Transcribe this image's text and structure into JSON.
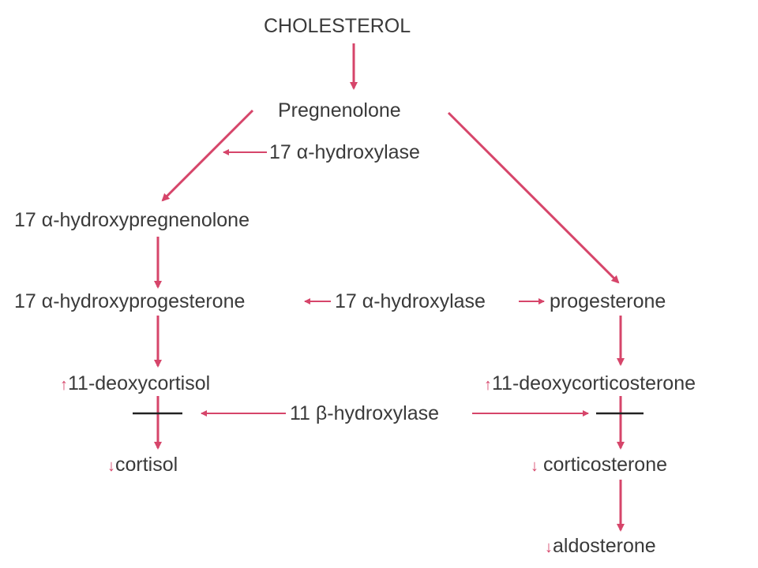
{
  "nodes": {
    "cholesterol": "CHOLESTEROL",
    "pregnenolone": "Pregnenolone",
    "hydroxypregnenolone": "17 α-hydroxypregnenolone",
    "hydroxyprogesterone": "17 α-hydroxyprogesterone",
    "progesterone": "progesterone",
    "deoxycortisol": "11-deoxycortisol",
    "deoxycorticosterone": "11-deoxycorticosterone",
    "cortisol": "cortisol",
    "corticosterone": "corticosterone",
    "aldosterone": "aldosterone"
  },
  "enzymes": {
    "hydroxylase_17_top": "17 α-hydroxylase",
    "hydroxylase_17_mid": "17 α-hydroxylase",
    "hydroxylase_11": "11 β-hydroxylase"
  },
  "markers": {
    "up": "↑",
    "down": "↓"
  },
  "colors": {
    "arrow": "#d6456a",
    "text": "#3a3a3a",
    "block": "#222222"
  }
}
